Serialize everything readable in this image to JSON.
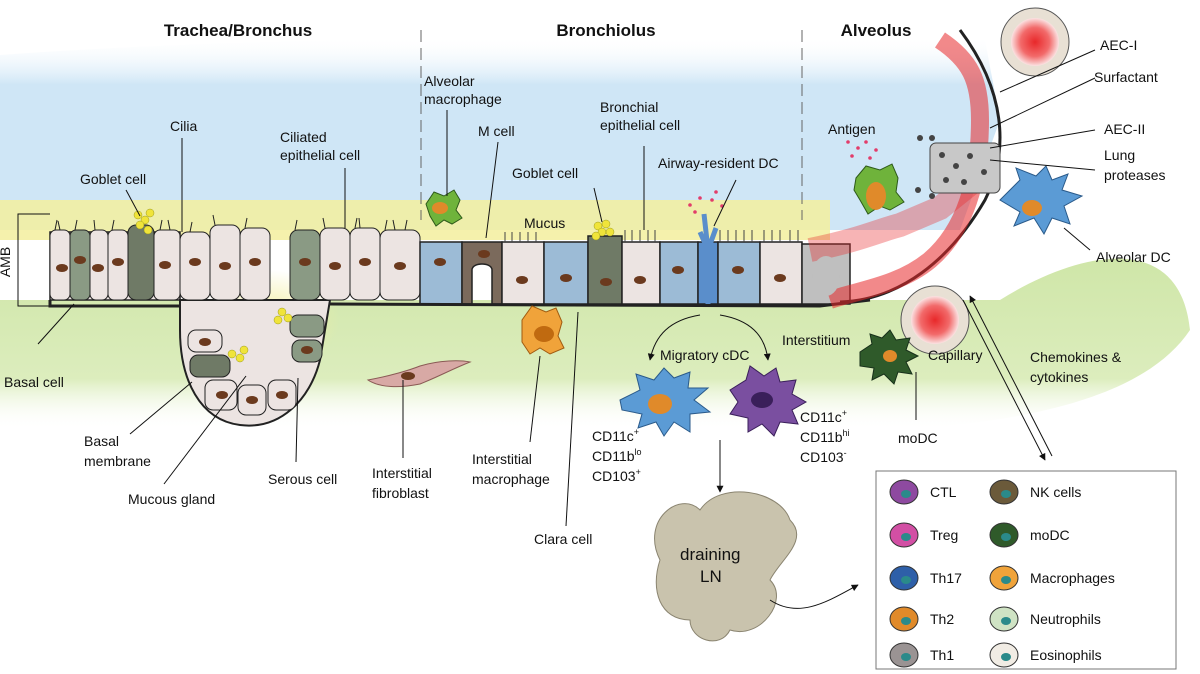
{
  "sections": {
    "trachea": "Trachea/Bronchus",
    "bronchiolus": "Bronchiolus",
    "alveolus": "Alveolus"
  },
  "labels": {
    "amb": "AMB",
    "cilia": "Cilia",
    "goblet_cell_1": "Goblet cell",
    "ciliated_1": "Ciliated",
    "ciliated_2": "epithelial cell",
    "alveolar_macrophage_1": "Alveolar",
    "alveolar_macrophage_2": "macrophage",
    "m_cell": "M cell",
    "bronchial_1": "Bronchial",
    "bronchial_2": "epithelial cell",
    "goblet_cell_2": "Goblet cell",
    "mucus": "Mucus",
    "airway_dc": "Airway-resident DC",
    "antigen": "Antigen",
    "aec1": "AEC-I",
    "surfactant": "Surfactant",
    "aec2": "AEC-II",
    "lung_proteases_1": "Lung",
    "lung_proteases_2": "proteases",
    "alveolar_dc": "Alveolar DC",
    "basal_cell": "Basal cell",
    "basal_membrane_1": "Basal",
    "basal_membrane_2": "membrane",
    "mucous_gland": "Mucous gland",
    "serous_cell": "Serous cell",
    "interstitial_fibroblast_1": "Interstitial",
    "interstitial_fibroblast_2": "fibroblast",
    "interstitial_macrophage_1": "Interstitial",
    "interstitial_macrophage_2": "macrophage",
    "clara_cell": "Clara cell",
    "migratory_cdc": "Migratory cDC",
    "interstitium": "Interstitium",
    "capillary": "Capillary",
    "modc": "moDC",
    "chemokines_1": "Chemokines &",
    "chemokines_2": "cytokines",
    "draining_1": "draining",
    "draining_2": "LN",
    "cdc_left_1_base": "CD11c",
    "cdc_left_1_sup": "+",
    "cdc_left_2_base": "CD11b",
    "cdc_left_2_sup": "lo",
    "cdc_left_3_base": "CD103",
    "cdc_left_3_sup": "+",
    "cdc_right_1_base": "CD11c",
    "cdc_right_1_sup": "+",
    "cdc_right_2_base": "CD11b",
    "cdc_right_2_sup": "hi",
    "cdc_right_3_base": "CD103",
    "cdc_right_3_sup": "-"
  },
  "legend": {
    "items": [
      {
        "label": "CTL",
        "color": "#8e4aa0"
      },
      {
        "label": "NK cells",
        "color": "#6b5a3a"
      },
      {
        "label": "Treg",
        "color": "#d24fa4"
      },
      {
        "label": "moDC",
        "color": "#2f5a2a"
      },
      {
        "label": "Th17",
        "color": "#2e5fa8"
      },
      {
        "label": "Macrophages",
        "color": "#f0a33a"
      },
      {
        "label": "Th2",
        "color": "#e08a2a"
      },
      {
        "label": "Neutrophils",
        "color": "#cfe3c4"
      },
      {
        "label": "Th1",
        "color": "#9a9393"
      },
      {
        "label": "Eosinophils",
        "color": "#f1ece4"
      }
    ]
  },
  "colors": {
    "lumen": "#cfe6f6",
    "interstitium": "#cfe6a8",
    "mucus": "#f3ef9e",
    "cell_plain": "#ece4e2",
    "cell_blue": "#9cbbd6",
    "cell_grey_green": "#8a9a84",
    "goblet": "#6f7a66",
    "nucleus": "#6b3a1e",
    "cdc_blue": "#5b9bd5",
    "cdc_purple": "#7a4fa0",
    "modc_green": "#2f5a2a",
    "macrophage_orange": "#f0a33a",
    "alv_macrophage_green": "#6fb33b",
    "blood_red": "#e8282a",
    "ln_grey": "#c9c3ad"
  }
}
